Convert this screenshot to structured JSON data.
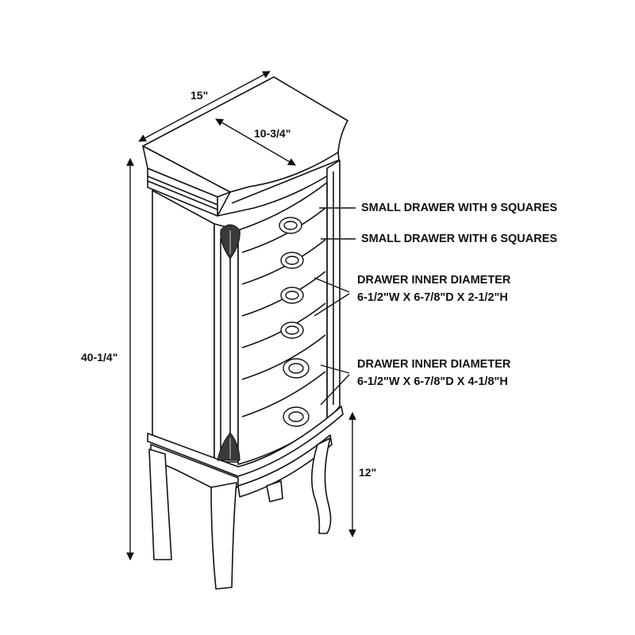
{
  "dimensions": {
    "width": "15\"",
    "depth": "10-3/4\"",
    "height": "40-1/4\"",
    "leg_height": "12\""
  },
  "callouts": {
    "small_drawer_9": "SMALL DRAWER WITH 9 SQUARES",
    "small_drawer_6": "SMALL DRAWER WITH 6 SQUARES",
    "mid_drawers_title": "DRAWER INNER DIAMETER",
    "mid_drawers_size": "6-1/2\"W X 6-7/8\"D X 2-1/2\"H",
    "low_drawers_title": "DRAWER INNER DIAMETER",
    "low_drawers_size": "6-1/2\"W X 6-7/8\"D X 4-1/8\"H"
  },
  "colors": {
    "line": "#111111",
    "fill": "#ffffff",
    "shade": "#3a3a3a"
  }
}
